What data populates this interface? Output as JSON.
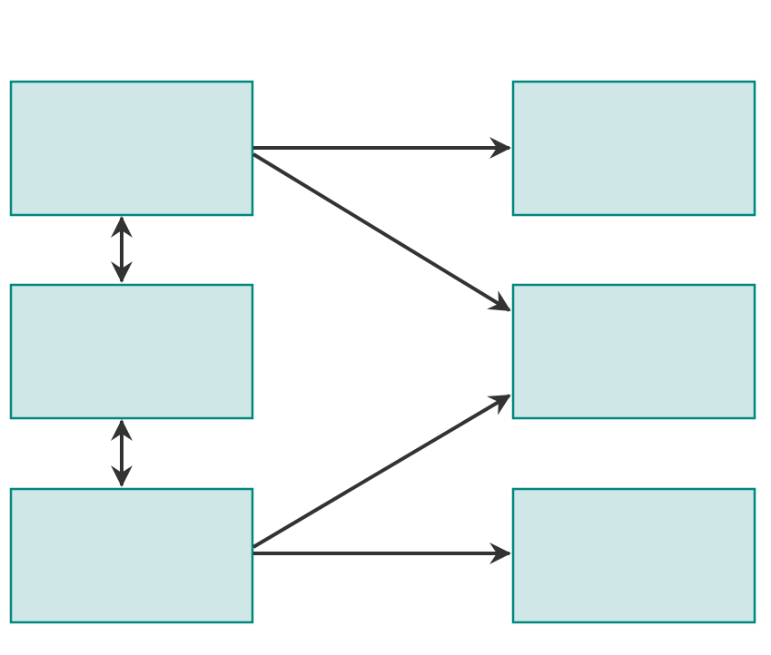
{
  "colors": {
    "box_fill": "#cfe8e7",
    "box_border": "#00877e",
    "arrow": "#333333",
    "background": "#ffffff"
  },
  "boxes": [
    {
      "id": "left-top",
      "label": ""
    },
    {
      "id": "left-middle",
      "label": ""
    },
    {
      "id": "left-bottom",
      "label": ""
    },
    {
      "id": "right-top",
      "label": ""
    },
    {
      "id": "right-middle",
      "label": ""
    },
    {
      "id": "right-bottom",
      "label": ""
    }
  ],
  "connectors": [
    {
      "from": "left-top",
      "to": "left-middle",
      "direction": "both"
    },
    {
      "from": "left-middle",
      "to": "left-bottom",
      "direction": "both"
    },
    {
      "from": "left-top",
      "to": "right-top",
      "direction": "forward"
    },
    {
      "from": "left-top",
      "to": "right-middle",
      "direction": "forward"
    },
    {
      "from": "left-bottom",
      "to": "right-middle",
      "direction": "forward"
    },
    {
      "from": "left-bottom",
      "to": "right-bottom",
      "direction": "forward"
    }
  ]
}
